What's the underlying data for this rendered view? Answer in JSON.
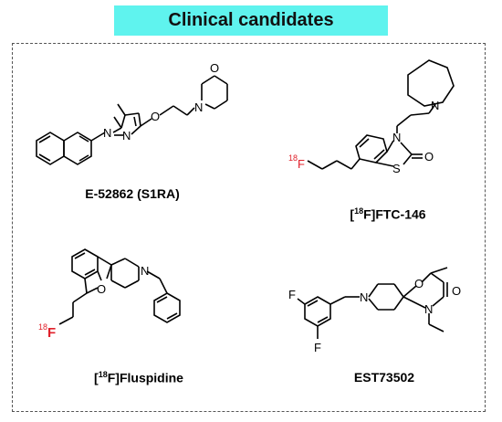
{
  "title": "Clinical candidates",
  "colors": {
    "banner": "#5ff3ee",
    "fluorine_label": "#e0202a",
    "bond": "#000000"
  },
  "compounds": [
    {
      "name": "E-52862 (S1RA)"
    },
    {
      "name_prefix": "[",
      "isotope": "18",
      "name_suffix": "F]FTC-146"
    },
    {
      "name_prefix": "[",
      "isotope": "18",
      "name_suffix": "F]Fluspidine"
    },
    {
      "name": "EST73502"
    }
  ],
  "atoms": {
    "nitrogen": "N",
    "oxygen": "O",
    "sulfur": "S",
    "fluorine": "F",
    "isotope_mass": "18"
  }
}
